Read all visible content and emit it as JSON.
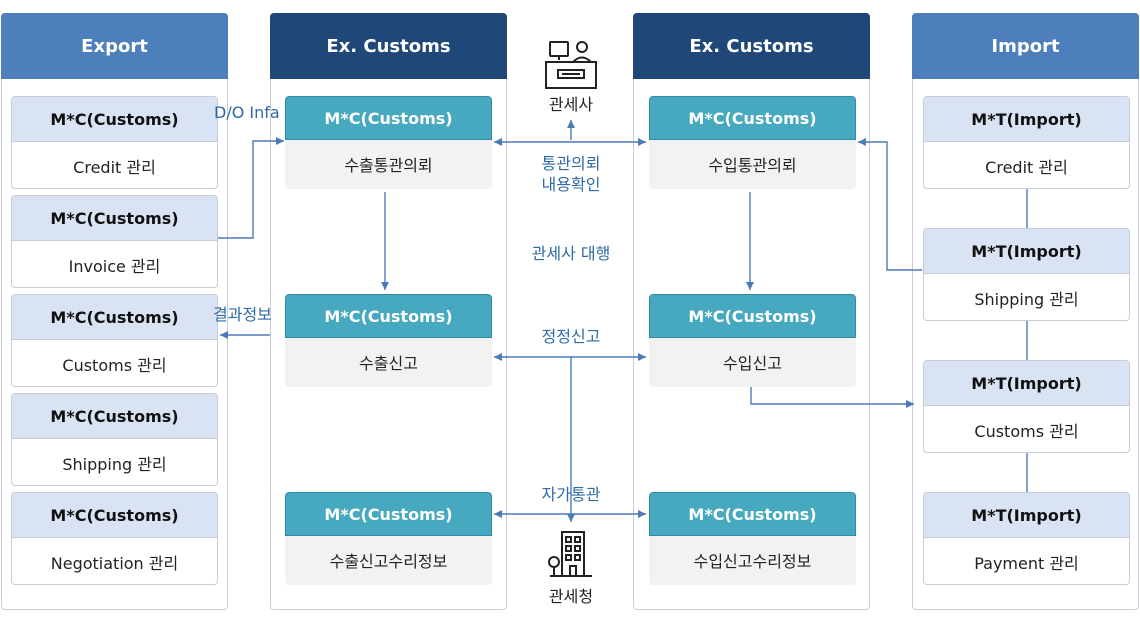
{
  "columns": {
    "export": {
      "title": "Export"
    },
    "ex_customs_left": {
      "title": "Ex. Customs"
    },
    "ex_customs_right": {
      "title": "Ex. Customs"
    },
    "import": {
      "title": "Import"
    }
  },
  "export_cards": [
    {
      "top": "M*C(Customs)",
      "bottom": "Credit 관리"
    },
    {
      "top": "M*C(Customs)",
      "bottom": "Invoice 관리"
    },
    {
      "top": "M*C(Customs)",
      "bottom": "Customs 관리"
    },
    {
      "top": "M*C(Customs)",
      "bottom": "Shipping 관리"
    },
    {
      "top": "M*C(Customs)",
      "bottom": "Negotiation 관리"
    }
  ],
  "left_customs_cards": [
    {
      "top": "M*C(Customs)",
      "bottom": "수출통관의뢰"
    },
    {
      "top": "M*C(Customs)",
      "bottom": "수출신고"
    },
    {
      "top": "M*C(Customs)",
      "bottom": "수출신고수리정보"
    }
  ],
  "right_customs_cards": [
    {
      "top": "M*C(Customs)",
      "bottom": "수입통관의뢰"
    },
    {
      "top": "M*C(Customs)",
      "bottom": "수입신고"
    },
    {
      "top": "M*C(Customs)",
      "bottom": "수입신고수리정보"
    }
  ],
  "import_cards": [
    {
      "top": "M*T(Import)",
      "bottom": "Credit 관리"
    },
    {
      "top": "M*T(Import)",
      "bottom": "Shipping 관리"
    },
    {
      "top": "M*T(Import)",
      "bottom": "Customs 관리"
    },
    {
      "top": "M*T(Import)",
      "bottom": "Payment 관리"
    }
  ],
  "labels": {
    "do_info": "D/O Infa",
    "result_info": "결과정보",
    "broker": "관세사",
    "request_check_1": "통관의뢰",
    "request_check_2": "내용확인",
    "broker_proxy": "관세사 대행",
    "correction": "정정신고",
    "self_clearance": "자가통관",
    "customs_office": "관세청"
  },
  "icons": {
    "broker": "customs-broker-desk-icon",
    "office": "customs-office-building-icon"
  },
  "colors": {
    "header_light": "#4d7fbd",
    "header_dark": "#1f4879",
    "teal": "#46a9c0",
    "card_light": "#dae3f3",
    "line": "#4a7ab8"
  }
}
